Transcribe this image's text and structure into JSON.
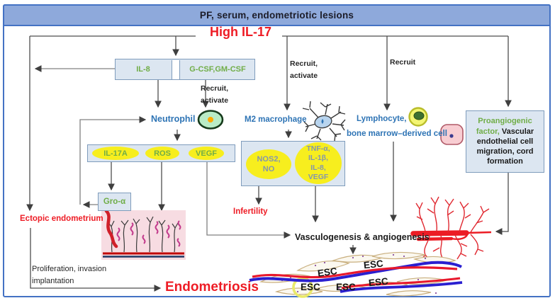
{
  "header": {
    "title": "PF, serum, endometriotic lesions"
  },
  "source_label": "High IL-17",
  "cytokine_box": {
    "il8": "IL-8",
    "gcsf": "G-CSF,GM-CSF"
  },
  "mediators": [
    "IL-17A",
    "ROS",
    "VEGF"
  ],
  "gro_alpha": "Gro-α",
  "macrophage_products": {
    "nos": [
      "NOS2,",
      "NO"
    ],
    "cytokines": [
      "TNF-α,",
      "IL-1β,",
      "IL-8,",
      "VEGF"
    ]
  },
  "proangiogenic": {
    "highlight": "Proangiogenic factor,",
    "text": "Vascular endothelial cell migration, cord formation"
  },
  "labels": {
    "recruit_activate": [
      "Recruit,",
      "activate"
    ],
    "recruit": "Recruit",
    "neutrophil": "Neutrophil",
    "m2_macrophage": "M2 macrophage",
    "lymphocyte_line1": "Lymphocyte,",
    "lymphocyte_line2": "bone marrow–derived cell",
    "ectopic_endometrium": "Ectopic endometrium",
    "infertility": "Infertility",
    "vasculogenesis": "Vasculogenesis & angiogenesis",
    "proliferation_line1": "Proliferation, invasion",
    "proliferation_line2": "implantation",
    "endometriosis": "Endometriosis",
    "esc": "ESC"
  },
  "colors": {
    "header_bar": "#8ea9db",
    "frame_border": "#4472c4",
    "box_fill": "#dce6f1",
    "box_border": "#7f9cbc",
    "highlight_yellow": "#f7ee1e",
    "green_text": "#70ad47",
    "blue_text": "#2e74b5",
    "red_text": "#ee1c25",
    "muted_text": "#8496ad",
    "arrow": "#4d4d4d"
  }
}
